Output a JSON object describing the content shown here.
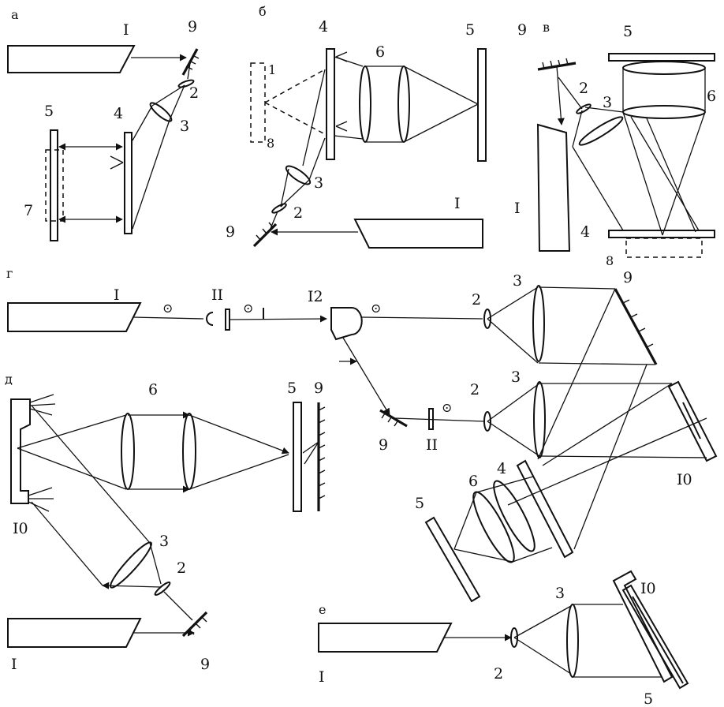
{
  "panels": {
    "a": {
      "letter": "а",
      "labels": {
        "laser": "I",
        "mirror": "9",
        "lens2": "2",
        "lens3": "3",
        "plate4": "4",
        "plate5": "5",
        "dashed7": "7"
      }
    },
    "b": {
      "letter": "б",
      "labels": {
        "dashed1": "1",
        "dashed8": "8",
        "plate4": "4",
        "lens6": "6",
        "plate5": "5",
        "lens3": "3",
        "lens2": "2",
        "mirror": "9",
        "laser": "I"
      }
    },
    "v": {
      "letter": "в",
      "labels": {
        "mirror": "9",
        "plate5": "5",
        "lens2": "2",
        "lens3": "3",
        "lens6": "6",
        "laser": "I",
        "plate4": "4",
        "dashed8": "8"
      }
    },
    "g": {
      "letter": "г",
      "labels": {
        "laser": "I",
        "pol11a": "II",
        "prism12": "I2",
        "lens2a": "2",
        "lens3a": "3",
        "mirror9a": "9",
        "lens3b": "3",
        "lens2b": "2",
        "mirror9b": "9",
        "pol11b": "II",
        "plate10": "I0",
        "plate4": "4",
        "lens6": "6",
        "plate5": "5"
      }
    },
    "d": {
      "letter": "д",
      "labels": {
        "lens6": "6",
        "plate5": "5",
        "mirror9": "9",
        "plate10": "I0",
        "lens3": "3",
        "lens2": "2",
        "laser": "I",
        "mirror9b": "9"
      }
    },
    "e": {
      "letter": "е",
      "labels": {
        "laser": "I",
        "lens2": "2",
        "lens3": "3",
        "plate10": "I0",
        "plate5": "5"
      }
    }
  },
  "polarization_marks": {
    "circle": "⊙"
  }
}
